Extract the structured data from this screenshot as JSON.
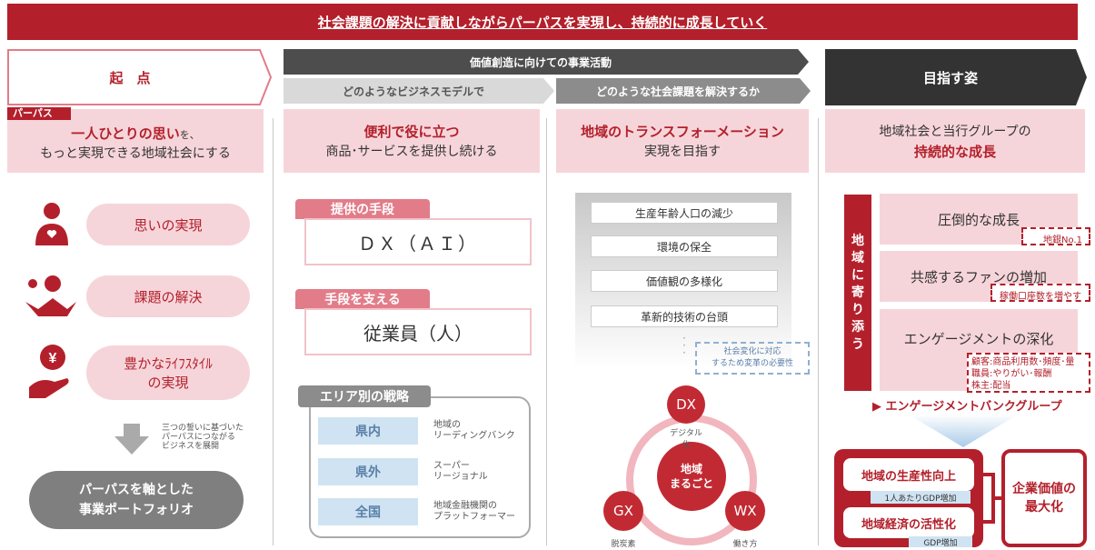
{
  "banner": "社会課題の解決に貢献しながらパーパスを実現し、持続的に成長していく",
  "header": {
    "start": "起　点",
    "activities": "価値創造に向けての事業活動",
    "business_model": "どのようなビジネスモデルで",
    "social_issues": "どのような社会課題を解決するか",
    "goal": "目指す姿"
  },
  "col1": {
    "purpose_tag": "パーパス",
    "purpose_line1_bold": "一人ひとりの思い",
    "purpose_line1_rest": "を、",
    "purpose_line2": "もっと実現できる地域社会にする",
    "pills": [
      "思いの実現",
      "課題の解決",
      "豊かなﾗｲﾌｽﾀｲﾙ",
      "の実現"
    ],
    "arrow_note": [
      "三つの誓いに基づいた",
      "パーパスにつながる",
      "ビジネスを展開"
    ],
    "portfolio": [
      "パーパスを軸とした",
      "事業ポートフォリオ"
    ]
  },
  "col2": {
    "head_bold": "便利で役に立つ",
    "head_rest": "商品･サービスを提供し続ける",
    "means_tag": "提供の手段",
    "means": "ＤＸ（ＡＩ）",
    "support_tag": "手段を支える",
    "support": "従業員（人）",
    "area_title": "エリア別の戦略",
    "areas": [
      {
        "label": "県内",
        "desc": [
          "地域の",
          "リーディングバンク"
        ]
      },
      {
        "label": "県外",
        "desc": [
          "スーパー",
          "リージョナル"
        ]
      },
      {
        "label": "全国",
        "desc": [
          "地域金融機関の",
          "プラットフォーマー"
        ]
      }
    ]
  },
  "col3": {
    "head_bold": "地域のトランスフォーメーション",
    "head_rest": "実現を目指す",
    "issues": [
      "生産年齢人口の減少",
      "環境の保全",
      "価値観の多様化",
      "革新的技術の台頭"
    ],
    "change_note": [
      "社会変化に対応",
      "するため変革の必要性"
    ],
    "center": [
      "地域",
      "まるごと"
    ],
    "dx": "DX",
    "dx_sub": "デジタル化",
    "gx": "GX",
    "gx_sub": "脱炭素",
    "wx": "WX",
    "wx_sub": "働き方"
  },
  "col4": {
    "head_line1": "地域社会と当行グループの",
    "head_bold": "持続的な成長",
    "vertical": [
      "地",
      "域",
      "に",
      "寄",
      "り",
      "添",
      "う"
    ],
    "goals": [
      "圧倒的な成長",
      "共感するファンの増加",
      "エンゲージメントの深化"
    ],
    "goal_notes": [
      "地銀No.1",
      "稼働口座数を増やす"
    ],
    "engagement_notes": [
      "顧客:商品利用数･頻度･量",
      "職員:やりがい･報酬",
      "株主:配当"
    ],
    "engagement_bank": "▶ エンゲージメントバンクグループ",
    "prod": "地域の生産性向上",
    "prod_note": "1人あたりGDP増加",
    "econ": "地域経済の活性化",
    "econ_note": "GDP増加",
    "value": [
      "企業価値の",
      "最大化"
    ]
  }
}
